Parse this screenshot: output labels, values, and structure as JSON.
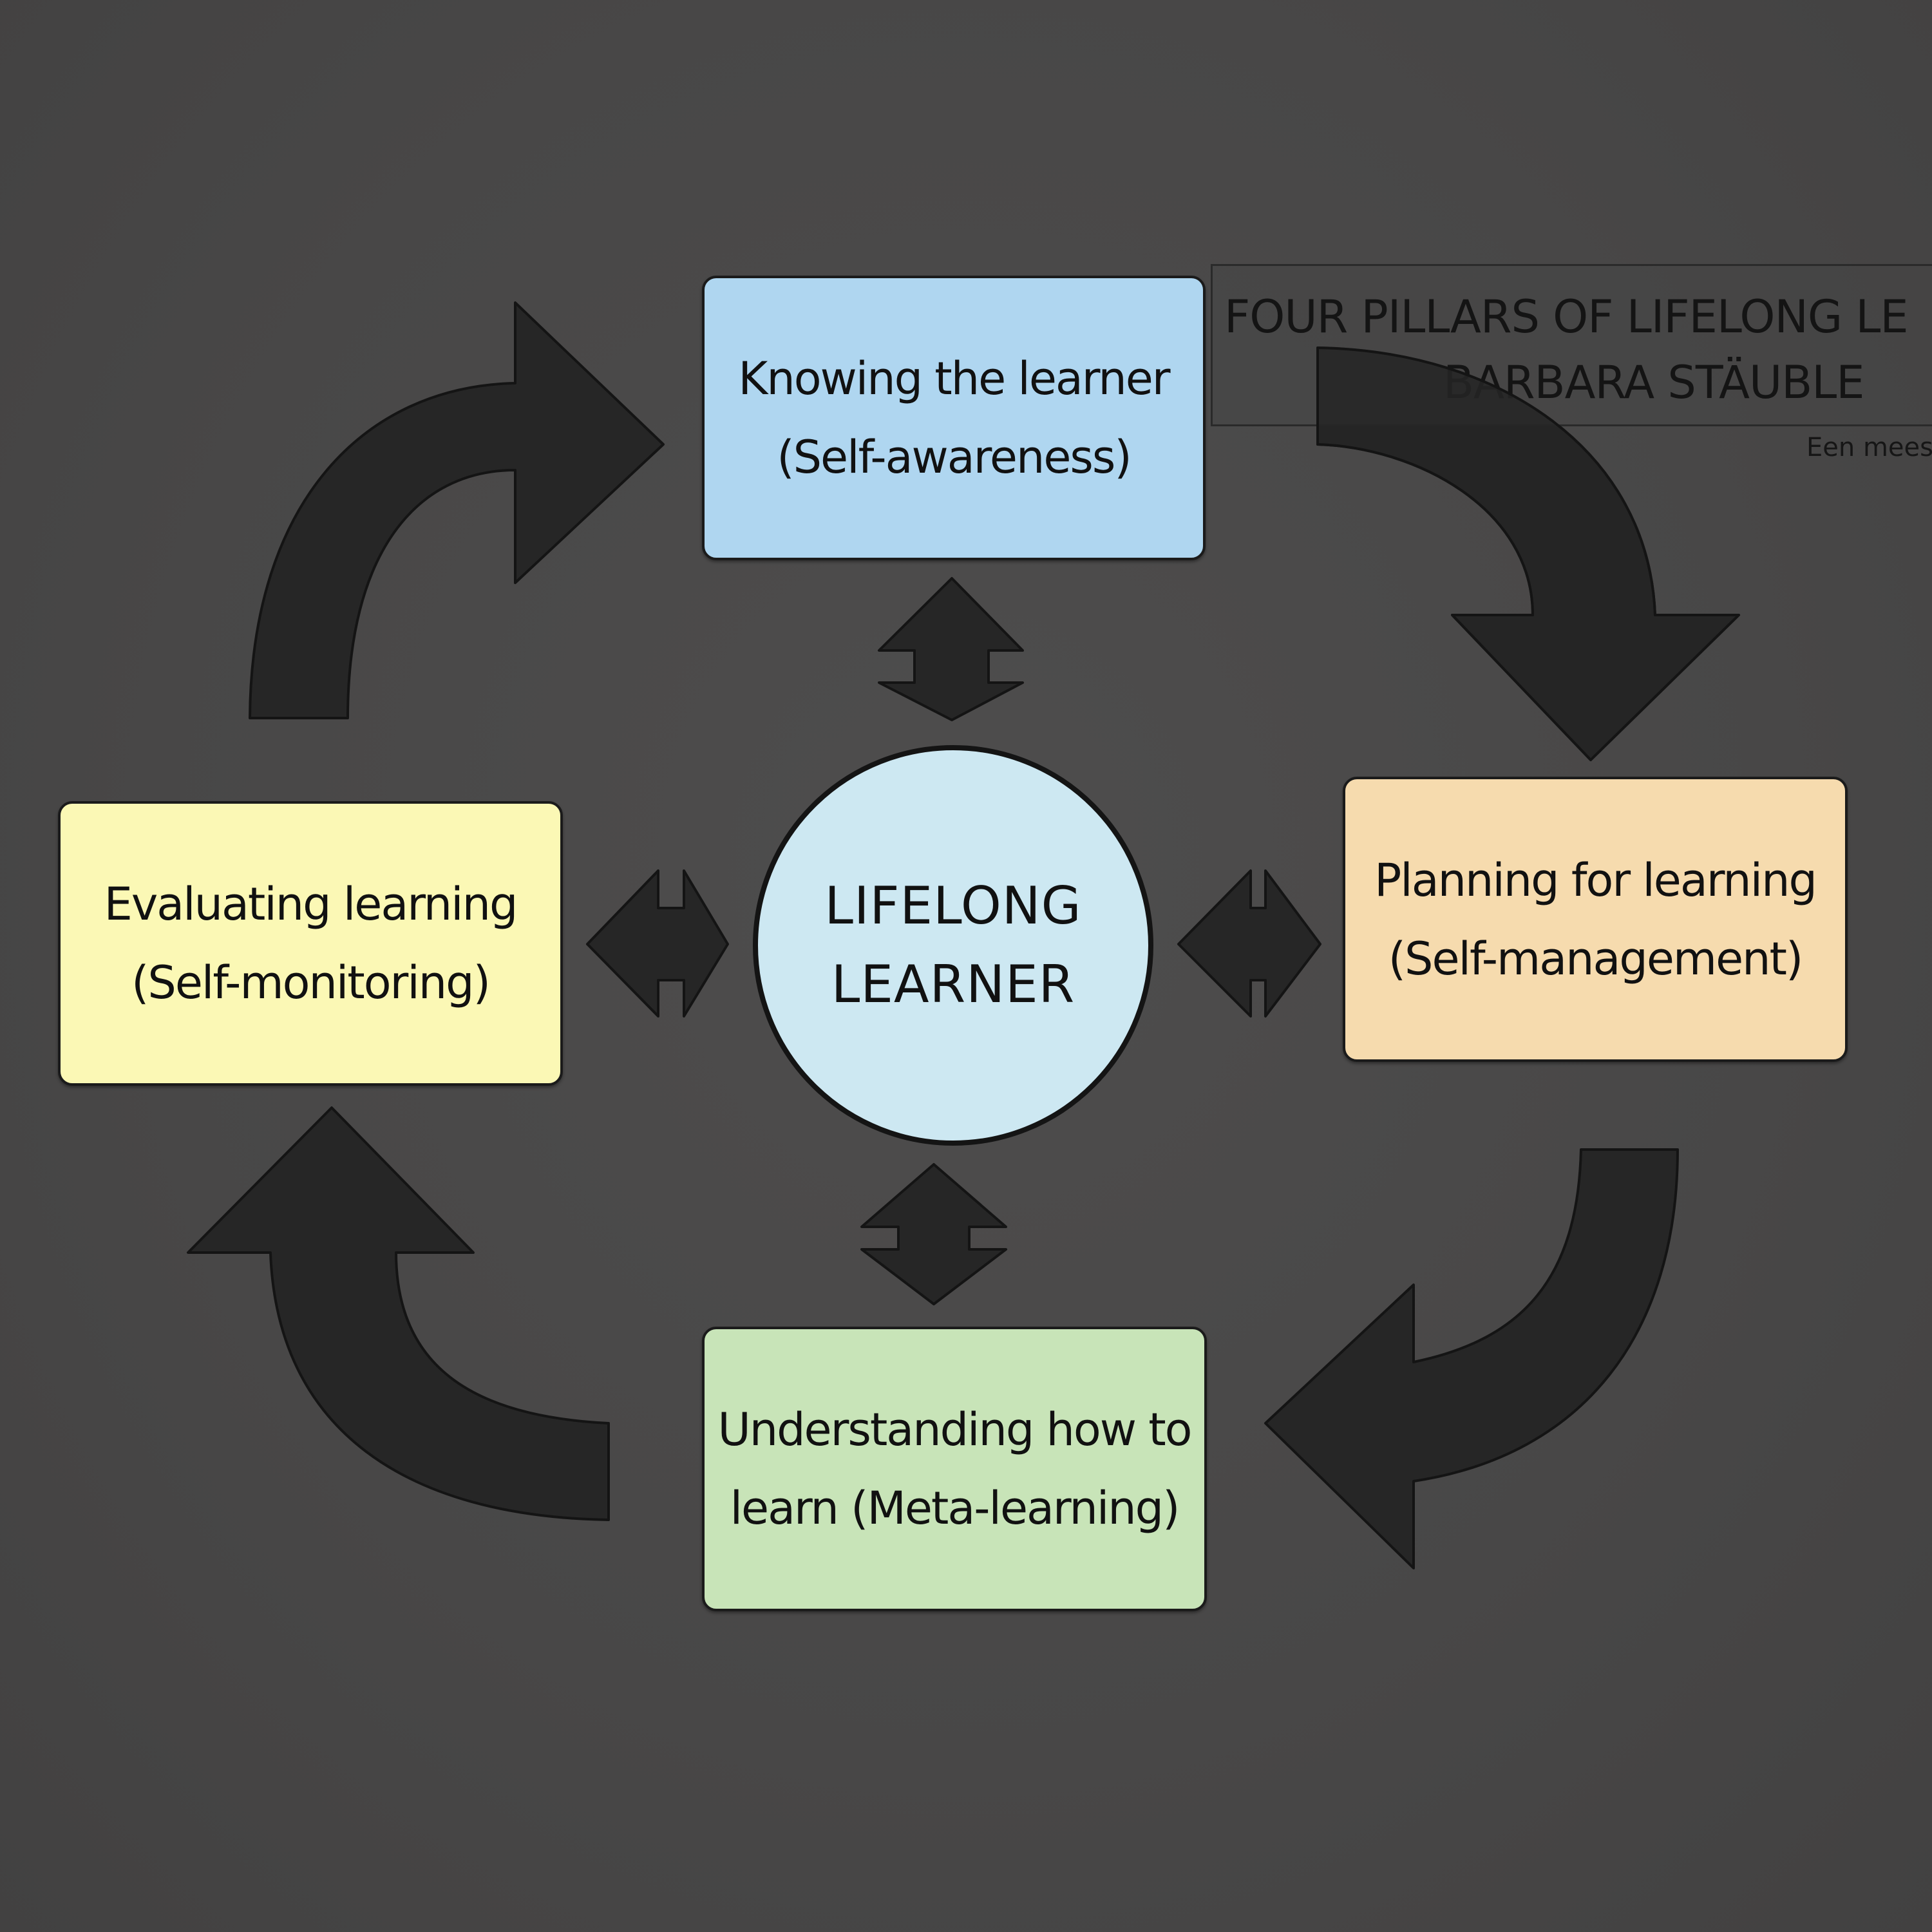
{
  "title": {
    "line1": "FOUR PILLARS OF LIFELONG LE",
    "line2": "BARBARA STÄUBLE",
    "subtitle": "Een mees"
  },
  "center": {
    "line1": "LIFELONG",
    "line2": "LEARNER",
    "color": "#cde8f2"
  },
  "pillars": {
    "top": {
      "line1": "Knowing the learner",
      "line2": "(Self-awareness)",
      "color": "#afd6f0"
    },
    "right": {
      "line1": "Planning for learning",
      "line2": "(Self-management)",
      "color": "#f6dbae"
    },
    "bottom": {
      "line1": "Understanding how to",
      "line2": "learn (Meta-learning)",
      "color": "#c8e4b8"
    },
    "left": {
      "line1": "Evaluating learning",
      "line2": "(Self-monitoring)",
      "color": "#fbf8b5"
    }
  },
  "colors": {
    "background": "#4a4949",
    "arrow_fill": "#262626",
    "outline": "#141414"
  },
  "icons": [
    "curved-arrow-icon",
    "double-arrow-icon"
  ]
}
